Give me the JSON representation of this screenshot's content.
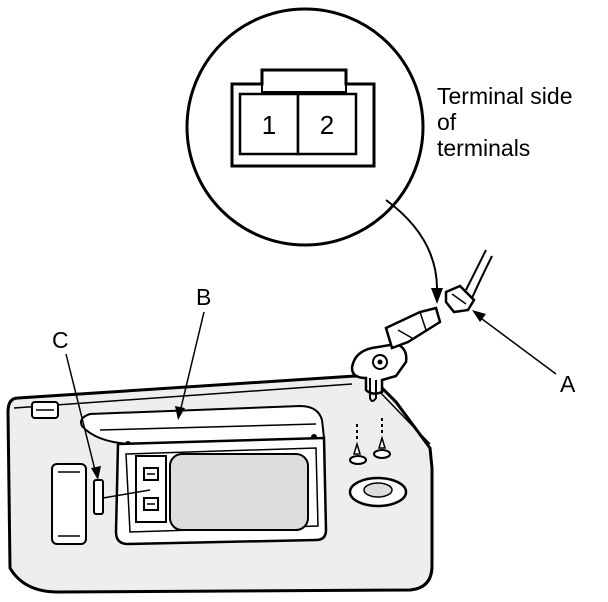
{
  "callout": {
    "pins": [
      "1",
      "2"
    ],
    "caption_lines": [
      "Terminal side",
      "of",
      "terminals"
    ]
  },
  "labels": {
    "a": "A",
    "b": "B",
    "c": "C"
  },
  "colors": {
    "line": "#000000",
    "panel_fill": "#eeeeee",
    "mirror_fill": "#dddddd",
    "background": "#ffffff"
  }
}
